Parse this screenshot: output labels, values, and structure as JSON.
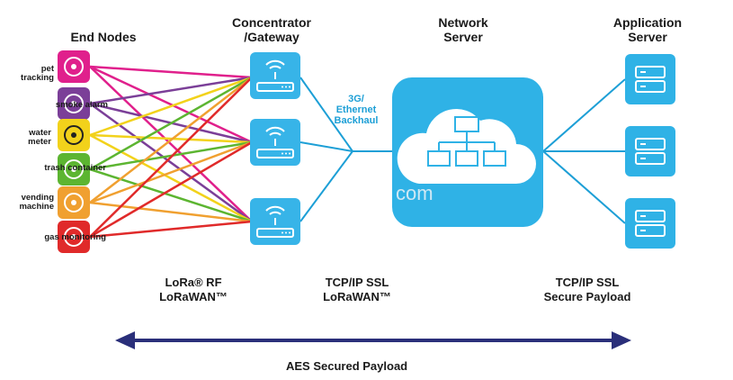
{
  "headers": {
    "end_nodes": "End Nodes",
    "gateway": "Concentrator\n/Gateway",
    "network_server": "Network\nServer",
    "application_server": "Application\nServer"
  },
  "end_nodes": [
    {
      "label": "pet\ntracking",
      "icon": "paw-icon",
      "color": "#e0208c"
    },
    {
      "label": "smoke alarm",
      "icon": "smoke-detector-icon",
      "color": "#7b3f98"
    },
    {
      "label": "water\nmeter",
      "icon": "water-meter-icon",
      "color": "#f2d21b"
    },
    {
      "label": "trash container",
      "icon": "trash-can-icon",
      "color": "#5cb531"
    },
    {
      "label": "vending\nmachine",
      "icon": "vending-machine-icon",
      "color": "#f0a030"
    },
    {
      "label": "gas monitoring",
      "icon": "gas-tank-icon",
      "color": "#e02a2a"
    }
  ],
  "gateways": [
    {
      "icon": "gateway-antenna-icon"
    },
    {
      "icon": "gateway-antenna-icon"
    },
    {
      "icon": "gateway-antenna-icon"
    }
  ],
  "backhaul_label": "3G/\nEthernet\nBackhaul",
  "network_server_icon": "cloud-network-icon",
  "app_servers": [
    {
      "icon": "server-icon"
    },
    {
      "icon": "server-icon"
    },
    {
      "icon": "server-icon"
    }
  ],
  "footers": {
    "lora": "LoRa® RF\nLoRaWAN™",
    "tcp_lorawan": "TCP/IP SSL\nLoRaWAN™",
    "tcp_secure": "TCP/IP SSL\nSecure Payload"
  },
  "aes_label": "AES Secured Payload",
  "watermark": "com",
  "colors": {
    "accent": "#1d9fd6",
    "cloud": "#2fb2e6",
    "arrow": "#2a2f7a"
  }
}
